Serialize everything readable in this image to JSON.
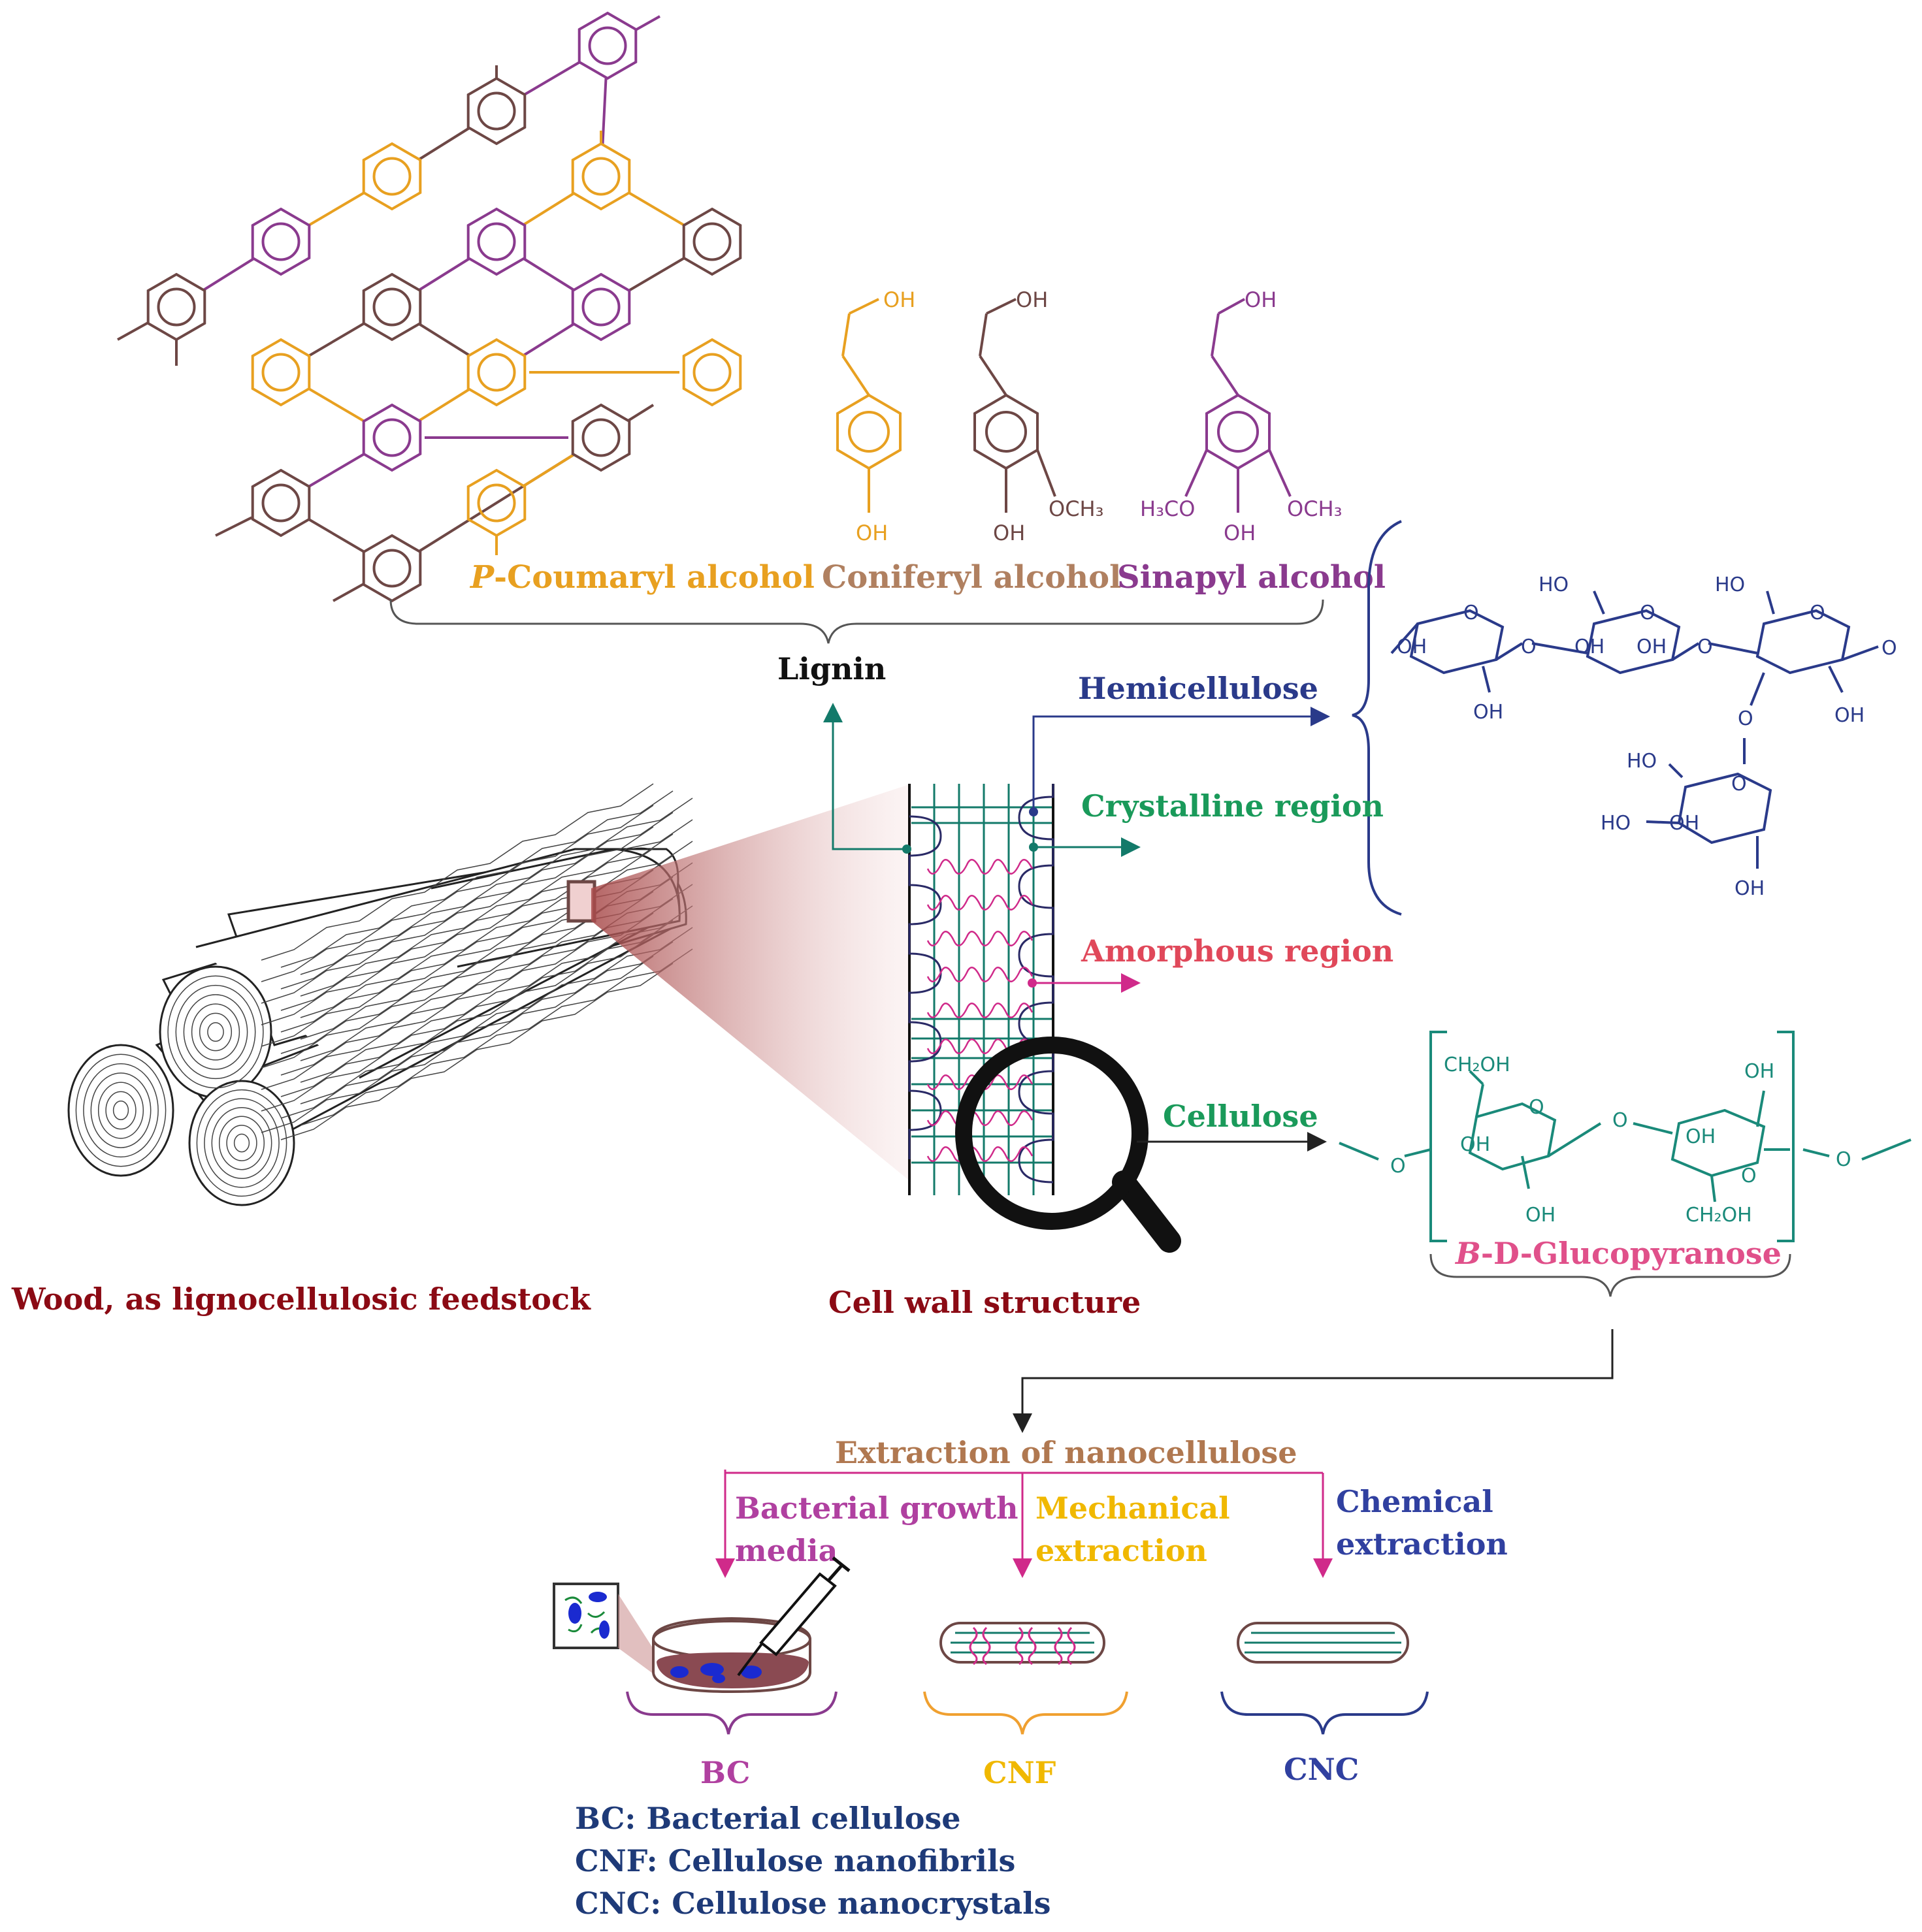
{
  "colors": {
    "coumaryl": "#e8a020",
    "coniferyl": "#b08060",
    "sinapyl": "#8a3a8e",
    "lignin_brown": "#6d4745",
    "hemicellulose": "#2a3a8a",
    "crystalline": "#1a9a5a",
    "amorphous": "#e0485a",
    "cellulose_teal": "#1a8a7a",
    "glucopyranose": "#e0508a",
    "dark_red": "#8b0a14",
    "extraction": "#b07850",
    "bacterial": "#b040a0",
    "mechanical": "#f0b800",
    "chemical": "#3040a0",
    "legend": "#1e3a78"
  },
  "monomers": {
    "coumaryl_prefix": "P",
    "coumaryl_rest": "-Coumaryl alcohol",
    "coniferyl": "Coniferyl alcohol",
    "sinapyl": "Sinapyl alcohol"
  },
  "chem_labels": {
    "oh": "OH",
    "och3": "OCH₃",
    "h3co": "H₃CO",
    "o": "O",
    "ho": "HO",
    "ch2oh": "CH₂OH"
  },
  "labels": {
    "lignin": "Lignin",
    "hemicellulose": "Hemicellulose",
    "crystalline": "Crystalline region",
    "amorphous": "Amorphous region",
    "cellulose": "Cellulose",
    "glucopyranose_prefix": "B",
    "glucopyranose_rest": "-D-Glucopyranose",
    "wood": "Wood, as lignocellulosic feedstock",
    "cell_wall": "Cell wall structure",
    "extraction": "Extraction of nanocellulose",
    "bacterial_1": "Bacterial growth",
    "bacterial_2": "media",
    "mechanical_1": "Mechanical",
    "mechanical_2": "extraction",
    "chemical_1": "Chemical",
    "chemical_2": "extraction",
    "bc": "BC",
    "cnf": "CNF",
    "cnc": "CNC"
  },
  "legend": [
    "BC: Bacterial cellulose",
    "CNF: Cellulose nanofibrils",
    "CNC: Cellulose nanocrystals"
  ]
}
